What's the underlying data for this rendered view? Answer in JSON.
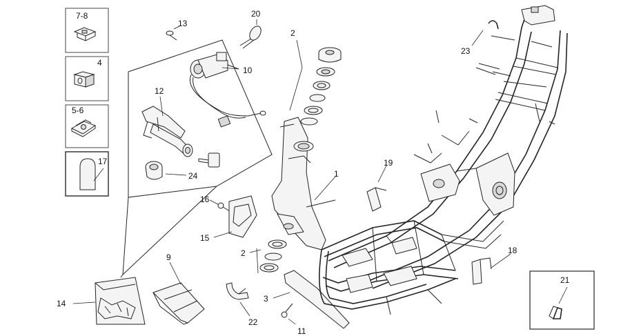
{
  "labels": {
    "p1": "1",
    "p2_top": "2",
    "p2_bottom": "2",
    "p3": "3",
    "p4": "4",
    "p5_6": "5-6",
    "p7_8": "7-8",
    "p9": "9",
    "p10": "10",
    "p11": "11",
    "p12": "12",
    "p13": "13",
    "p14": "14",
    "p15": "15",
    "p16": "16",
    "p17": "17",
    "p18": "18",
    "p19": "19",
    "p20": "20",
    "p21": "21",
    "p22": "22",
    "p23": "23",
    "p24": "24"
  }
}
